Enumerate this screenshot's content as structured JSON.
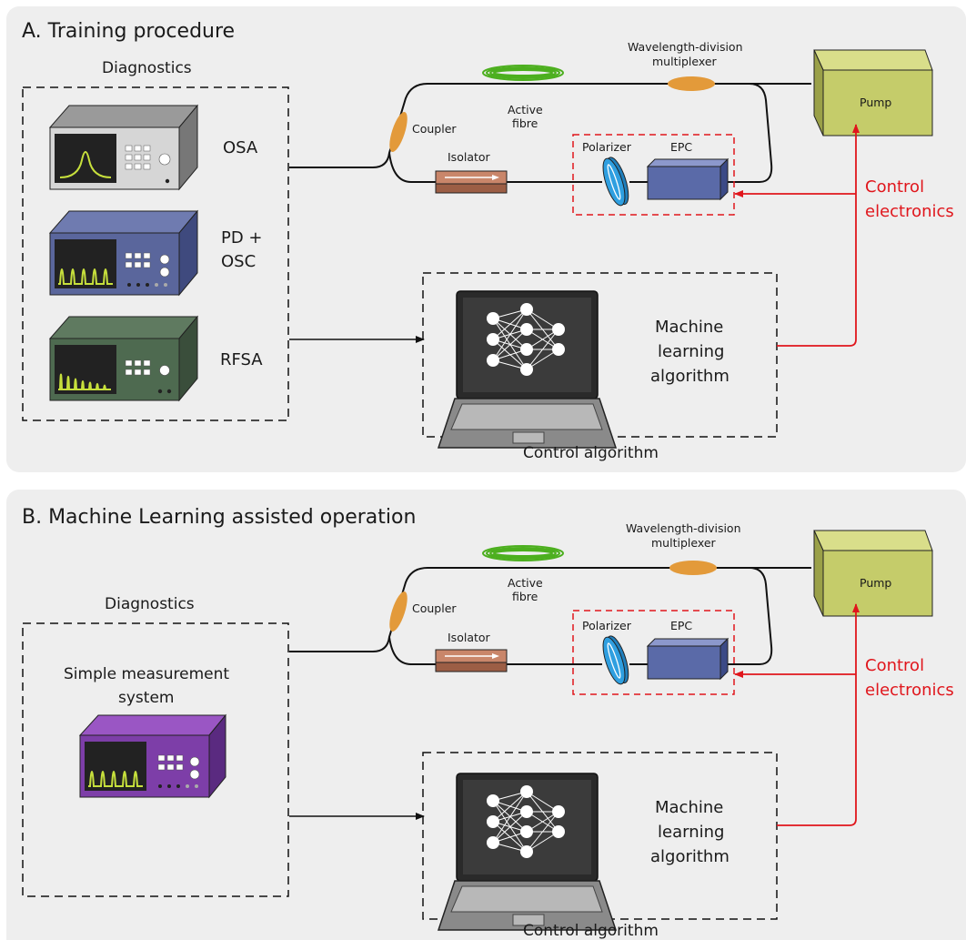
{
  "colors": {
    "panel": "#eeeeee",
    "control_red": "#e0161c",
    "fibre_green": "#4caf1e",
    "coupler_orange": "#e39a3a",
    "isolator": "#c9866a",
    "polarizer": "#2f9fe0",
    "epc": "#5a6aa8",
    "pump": "#c5cc6a"
  },
  "panels": [
    {
      "title": "A. Training procedure",
      "diagnostics_label": "Diagnostics",
      "instruments": [
        {
          "label": "OSA",
          "trace": "gaussian-spectrum-icon"
        },
        {
          "label_line1": "PD +",
          "label_line2": "OSC",
          "trace": "pulse-train-icon"
        },
        {
          "label": "RFSA",
          "trace": "rf-spectrum-icon"
        }
      ],
      "laser": {
        "active_fibre_1": "Active",
        "active_fibre_2": "fibre",
        "wdm_1": "Wavelength-division",
        "wdm_2": "multiplexer",
        "coupler": "Coupler",
        "isolator": "Isolator",
        "polarizer": "Polarizer",
        "epc": "EPC",
        "pump": "Pump"
      },
      "control_electronics_1": "Control",
      "control_electronics_2": "electronics",
      "ml_1": "Machine",
      "ml_2": "learning",
      "ml_3": "algorithm",
      "control_algorithm": "Control algorithm"
    },
    {
      "title": "B. Machine Learning assisted operation",
      "diagnostics_label": "Diagnostics",
      "simple_1": "Simple measurement",
      "simple_2": "system",
      "laser": {
        "active_fibre_1": "Active",
        "active_fibre_2": "fibre",
        "wdm_1": "Wavelength-division",
        "wdm_2": "multiplexer",
        "coupler": "Coupler",
        "isolator": "Isolator",
        "polarizer": "Polarizer",
        "epc": "EPC",
        "pump": "Pump"
      },
      "control_electronics_1": "Control",
      "control_electronics_2": "electronics",
      "ml_1": "Machine",
      "ml_2": "learning",
      "ml_3": "algorithm",
      "control_algorithm": "Control algorithm"
    }
  ]
}
